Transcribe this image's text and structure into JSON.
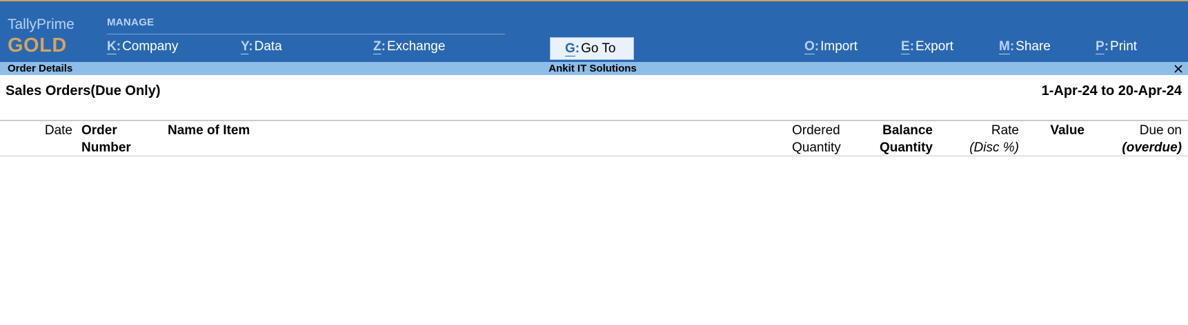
{
  "brand": {
    "name": "TallyPrime",
    "edition": "GOLD"
  },
  "menu": {
    "section_label": "MANAGE",
    "items": [
      {
        "key": "K",
        "label": "Company"
      },
      {
        "key": "Y",
        "label": "Data"
      },
      {
        "key": "Z",
        "label": "Exchange"
      },
      {
        "key": "G",
        "label": "Go To"
      },
      {
        "key": "O",
        "label": "Import"
      },
      {
        "key": "E",
        "label": "Export"
      },
      {
        "key": "M",
        "label": "Share"
      },
      {
        "key": "P",
        "label": "Print"
      }
    ]
  },
  "titlebar": {
    "screen": "Order Details",
    "company": "Ankit IT Solutions",
    "close_icon": "close-icon"
  },
  "report": {
    "title": "Sales Orders(Due Only)",
    "period": "1-Apr-24 to 20-Apr-24"
  },
  "columns": [
    {
      "line1": "Date",
      "line2": ""
    },
    {
      "line1": "Order",
      "line2": "Number"
    },
    {
      "line1": "Name of Item",
      "line2": ""
    },
    {
      "line1": "Ordered",
      "line2": "Quantity"
    },
    {
      "line1": "Balance",
      "line2": "Quantity"
    },
    {
      "line1": "Rate",
      "line2": "(Disc %)"
    },
    {
      "line1": "Value",
      "line2": ""
    },
    {
      "line1": "Due on",
      "line2": "(overdue)"
    }
  ],
  "colors": {
    "menubar": "#2a67b1",
    "titlebar": "#8ebde8",
    "brand_gold": "#d0a562",
    "key_accent": "#b8d3f0"
  }
}
